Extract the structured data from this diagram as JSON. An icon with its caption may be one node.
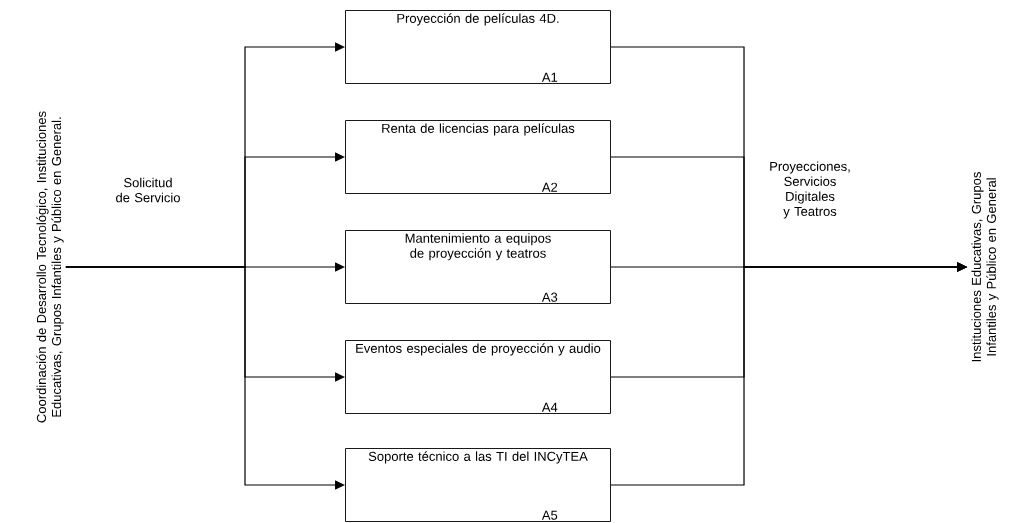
{
  "diagram": {
    "nodes": [
      {
        "text": [
          "Coordinación de Desarrollo Tecnológico, Instituciones Educativas, Grupos Infantiles y Público en General."
        ]
      },
      {
        "text": [
          "Proyección de películas 4D.",
          "A1"
        ]
      },
      {
        "text": [
          "Renta de licencias para películas",
          "A2"
        ]
      },
      {
        "text": [
          "Mantenimiento a equipos de proyección y teatros",
          "A3"
        ]
      },
      {
        "text": [
          "Eventos especiales de proyección y audio",
          "A4"
        ]
      },
      {
        "text": [
          "Soporte técnico a las TI del INCyTEA",
          "A5"
        ]
      },
      {
        "text": [
          "Instituciones Educativas, Grupos Infantiles y Público en General"
        ]
      }
    ],
    "edges": [
      {
        "from": 0,
        "to": 1,
        "arrow": "to"
      },
      {
        "from": 0,
        "to": 2,
        "arrow": "to"
      },
      {
        "from": 0,
        "to": 3,
        "arrow": "to",
        "label": "Solicitud de Servicio"
      },
      {
        "from": 0,
        "to": 4,
        "arrow": "to"
      },
      {
        "from": 0,
        "to": 5,
        "arrow": "to"
      },
      {
        "from": 1,
        "to": 6,
        "arrow": "to"
      },
      {
        "from": 2,
        "to": 6,
        "arrow": "to"
      },
      {
        "from": 3,
        "to": 6,
        "arrow": "to",
        "label": "Proyecciones, Servicios Digitales y Teatros"
      },
      {
        "from": 4,
        "to": 6,
        "arrow": "to"
      },
      {
        "from": 5,
        "to": 6,
        "arrow": "to"
      }
    ]
  }
}
